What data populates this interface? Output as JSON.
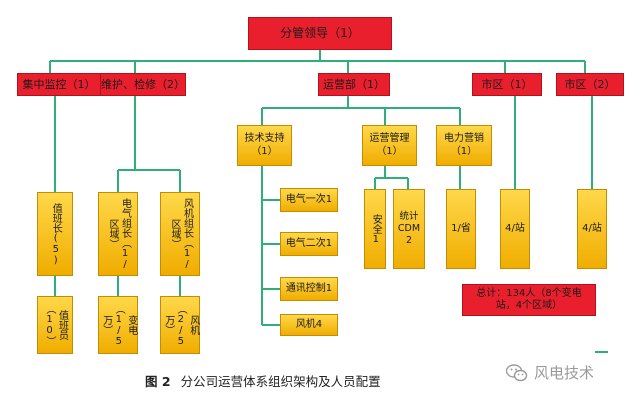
{
  "top": {
    "label": "分管领导（1）"
  },
  "level2": {
    "monitor": "集中监控（1）",
    "maint": "维护、检修（2）",
    "ops": "运营部（1）",
    "city1": "市区（1）",
    "city2": "市区（2）"
  },
  "level3": {
    "tech": [
      "技术支持",
      "（1）"
    ],
    "opsmgmt": [
      "运营管理",
      "（1）"
    ],
    "power": [
      "电力营销",
      "（1）"
    ]
  },
  "tech_items": [
    "电气一次1",
    "电气二次1",
    "通讯控制1",
    "风机4"
  ],
  "left_boxes": {
    "duty_head": "值班长(5)",
    "elec_head": "电气组长（1/区域）",
    "wind_head": "风机组长（1/区域）",
    "duty_staff": "值班员（10）",
    "substation": "变电（1/5万）",
    "wind_staff": "风机（2/5万）"
  },
  "ops_boxes": {
    "safety": "安全1",
    "stats": [
      "统计",
      "CDM",
      "2"
    ]
  },
  "power_box": "1/省",
  "city_boxes": {
    "city1": "4/站",
    "city2": "4/站"
  },
  "total": "总计：134人（8个变电站，4个区域）",
  "caption": {
    "fig": "图 2",
    "text": "分公司运营体系组织架构及人员配置"
  },
  "brand": "风电技术",
  "colors": {
    "red": "#ea1f2e",
    "yellow": "#f4c000",
    "line": "#2eaf7a"
  }
}
